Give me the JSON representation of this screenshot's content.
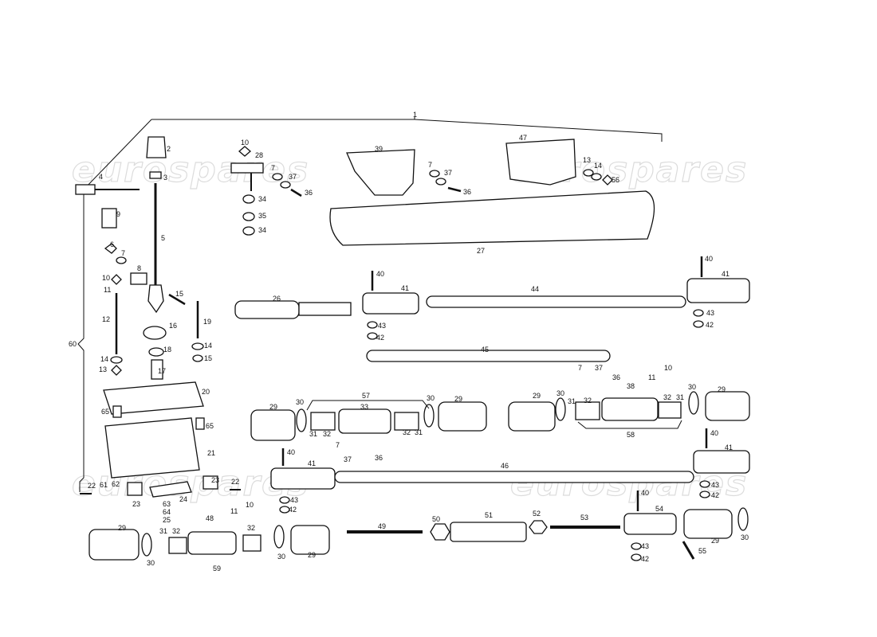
{
  "diagram": {
    "watermarks": [
      "eurospares",
      "eurospares",
      "eurospares",
      "eurospares"
    ],
    "callouts": [
      {
        "id": "c1",
        "text": "1"
      },
      {
        "id": "c2",
        "text": "2"
      },
      {
        "id": "c3",
        "text": "3"
      },
      {
        "id": "c4",
        "text": "4"
      },
      {
        "id": "c5",
        "text": "5"
      },
      {
        "id": "c6",
        "text": "6"
      },
      {
        "id": "c7a",
        "text": "7"
      },
      {
        "id": "c8",
        "text": "8"
      },
      {
        "id": "c9",
        "text": "9"
      },
      {
        "id": "c10a",
        "text": "10"
      },
      {
        "id": "c11a",
        "text": "11"
      },
      {
        "id": "c12",
        "text": "12"
      },
      {
        "id": "c13a",
        "text": "13"
      },
      {
        "id": "c14a",
        "text": "14"
      },
      {
        "id": "c15a",
        "text": "15"
      },
      {
        "id": "c16",
        "text": "16"
      },
      {
        "id": "c17",
        "text": "17"
      },
      {
        "id": "c18",
        "text": "18"
      },
      {
        "id": "c19",
        "text": "19"
      },
      {
        "id": "c20",
        "text": "20"
      },
      {
        "id": "c21",
        "text": "21"
      },
      {
        "id": "c22a",
        "text": "22"
      },
      {
        "id": "c22b",
        "text": "22"
      },
      {
        "id": "c23a",
        "text": "23"
      },
      {
        "id": "c23b",
        "text": "23"
      },
      {
        "id": "c24",
        "text": "24"
      },
      {
        "id": "c25",
        "text": "25"
      },
      {
        "id": "c26",
        "text": "26"
      },
      {
        "id": "c27",
        "text": "27"
      },
      {
        "id": "c28",
        "text": "28"
      },
      {
        "id": "c29a",
        "text": "29"
      },
      {
        "id": "c29b",
        "text": "29"
      },
      {
        "id": "c29c",
        "text": "29"
      },
      {
        "id": "c29d",
        "text": "29"
      },
      {
        "id": "c29e",
        "text": "29"
      },
      {
        "id": "c29f",
        "text": "29"
      },
      {
        "id": "c29g",
        "text": "29"
      },
      {
        "id": "c30a",
        "text": "30"
      },
      {
        "id": "c30b",
        "text": "30"
      },
      {
        "id": "c30c",
        "text": "30"
      },
      {
        "id": "c30d",
        "text": "30"
      },
      {
        "id": "c30e",
        "text": "30"
      },
      {
        "id": "c30f",
        "text": "30"
      },
      {
        "id": "c30g",
        "text": "30"
      },
      {
        "id": "c31a",
        "text": "31"
      },
      {
        "id": "c31b",
        "text": "31"
      },
      {
        "id": "c31c",
        "text": "31"
      },
      {
        "id": "c31d",
        "text": "31"
      },
      {
        "id": "c31e",
        "text": "31"
      },
      {
        "id": "c32a",
        "text": "32"
      },
      {
        "id": "c32b",
        "text": "32"
      },
      {
        "id": "c32c",
        "text": "32"
      },
      {
        "id": "c32d",
        "text": "32"
      },
      {
        "id": "c32e",
        "text": "32"
      },
      {
        "id": "c32f",
        "text": "32"
      },
      {
        "id": "c33",
        "text": "33"
      },
      {
        "id": "c34a",
        "text": "34"
      },
      {
        "id": "c34b",
        "text": "34"
      },
      {
        "id": "c35",
        "text": "35"
      },
      {
        "id": "c36a",
        "text": "36"
      },
      {
        "id": "c36b",
        "text": "36"
      },
      {
        "id": "c36c",
        "text": "36"
      },
      {
        "id": "c36d",
        "text": "36"
      },
      {
        "id": "c37a",
        "text": "37"
      },
      {
        "id": "c37b",
        "text": "37"
      },
      {
        "id": "c37c",
        "text": "37"
      },
      {
        "id": "c37d",
        "text": "37"
      },
      {
        "id": "c38",
        "text": "38"
      },
      {
        "id": "c39",
        "text": "39"
      },
      {
        "id": "c40a",
        "text": "40"
      },
      {
        "id": "c40b",
        "text": "40"
      },
      {
        "id": "c40c",
        "text": "40"
      },
      {
        "id": "c40d",
        "text": "40"
      },
      {
        "id": "c40e",
        "text": "40"
      },
      {
        "id": "c41a",
        "text": "41"
      },
      {
        "id": "c41b",
        "text": "41"
      },
      {
        "id": "c41c",
        "text": "41"
      },
      {
        "id": "c41d",
        "text": "41"
      },
      {
        "id": "c42a",
        "text": "42"
      },
      {
        "id": "c42b",
        "text": "42"
      },
      {
        "id": "c42c",
        "text": "42"
      },
      {
        "id": "c42d",
        "text": "42"
      },
      {
        "id": "c42e",
        "text": "42"
      },
      {
        "id": "c43a",
        "text": "43"
      },
      {
        "id": "c43b",
        "text": "43"
      },
      {
        "id": "c43c",
        "text": "43"
      },
      {
        "id": "c43d",
        "text": "43"
      },
      {
        "id": "c43e",
        "text": "43"
      },
      {
        "id": "c44",
        "text": "44"
      },
      {
        "id": "c45",
        "text": "45"
      },
      {
        "id": "c46",
        "text": "46"
      },
      {
        "id": "c47",
        "text": "47"
      },
      {
        "id": "c48",
        "text": "48"
      },
      {
        "id": "c49",
        "text": "49"
      },
      {
        "id": "c50",
        "text": "50"
      },
      {
        "id": "c51",
        "text": "51"
      },
      {
        "id": "c52",
        "text": "52"
      },
      {
        "id": "c53",
        "text": "53"
      },
      {
        "id": "c54",
        "text": "54"
      },
      {
        "id": "c55",
        "text": "55"
      },
      {
        "id": "c56",
        "text": "56"
      },
      {
        "id": "c57",
        "text": "57"
      },
      {
        "id": "c58",
        "text": "58"
      },
      {
        "id": "c59",
        "text": "59"
      },
      {
        "id": "c60",
        "text": "60"
      },
      {
        "id": "c61",
        "text": "61"
      },
      {
        "id": "c62",
        "text": "62"
      },
      {
        "id": "c63",
        "text": "63"
      },
      {
        "id": "c64",
        "text": "64"
      },
      {
        "id": "c65a",
        "text": "65"
      },
      {
        "id": "c65b",
        "text": "65"
      },
      {
        "id": "c7b",
        "text": "7"
      },
      {
        "id": "c7c",
        "text": "7"
      },
      {
        "id": "c7d",
        "text": "7"
      },
      {
        "id": "c7e",
        "text": "7"
      },
      {
        "id": "c10b",
        "text": "10"
      },
      {
        "id": "c10c",
        "text": "10"
      },
      {
        "id": "c10d",
        "text": "10"
      },
      {
        "id": "c11b",
        "text": "11"
      },
      {
        "id": "c11c",
        "text": "11"
      },
      {
        "id": "c13b",
        "text": "13"
      },
      {
        "id": "c14b",
        "text": "14"
      },
      {
        "id": "c14c",
        "text": "14"
      },
      {
        "id": "c15b",
        "text": "15"
      }
    ]
  }
}
